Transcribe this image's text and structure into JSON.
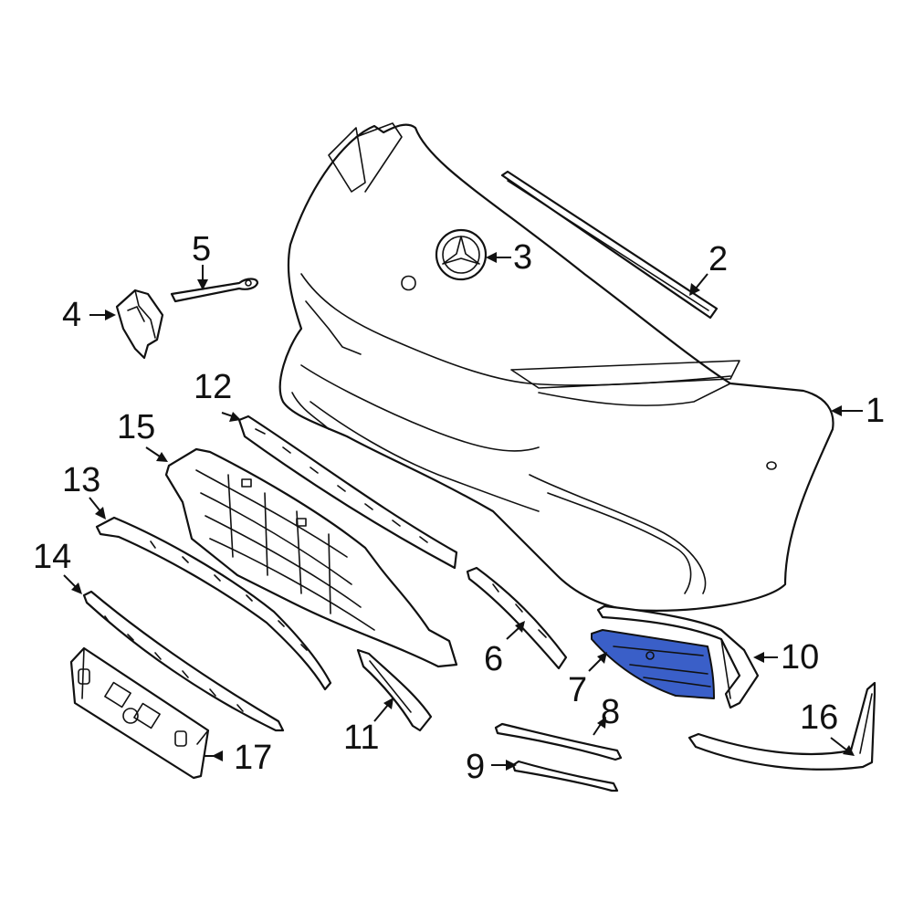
{
  "diagram": {
    "highlight_color": "#3a5fc8",
    "highlighted_part": "7",
    "callouts": [
      "1",
      "2",
      "3",
      "4",
      "5",
      "6",
      "7",
      "8",
      "9",
      "10",
      "11",
      "12",
      "13",
      "14",
      "15",
      "16",
      "17"
    ]
  }
}
